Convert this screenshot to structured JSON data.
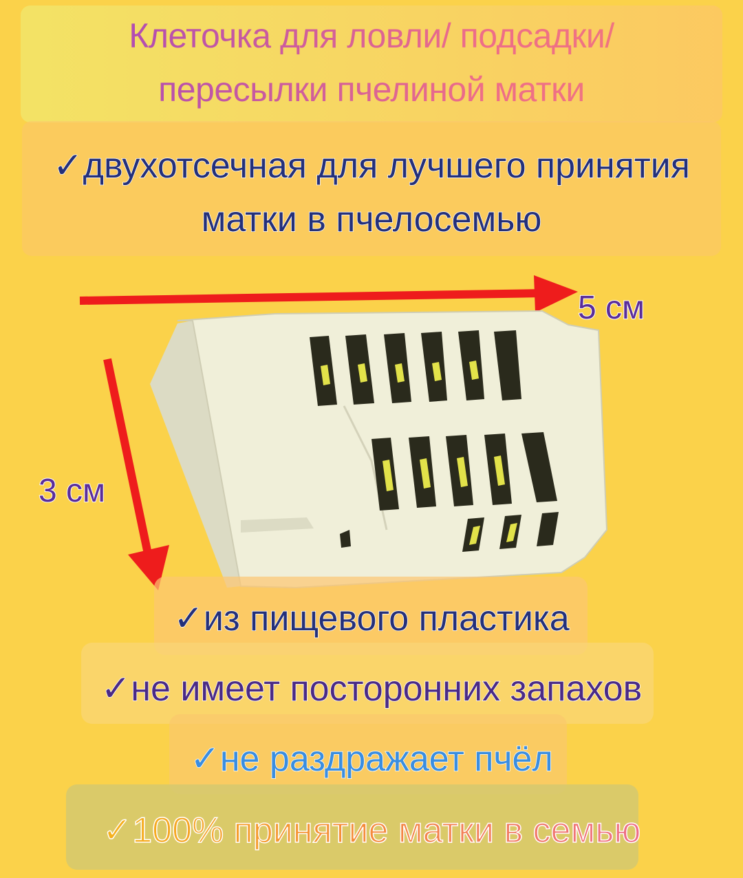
{
  "header": {
    "title_line1": "Клеточка для ловли/ подсадки/",
    "title_line2": "пересылки пчелиной матки"
  },
  "feature_main": {
    "line1": "✓двухотсечная для лучшего принятия",
    "line2": "матки в пчелосемью"
  },
  "dimensions": {
    "width_label": "5 см",
    "height_label": "3 см",
    "arrow_color": "#ee1c1c"
  },
  "bullets": [
    {
      "text": "✓из пищевого пластика",
      "color": "#24307a"
    },
    {
      "text": "✓не имеет посторонних запахов",
      "color": "#4a2a86"
    },
    {
      "text": "✓не раздражает пчёл",
      "color": "#3a8ee0"
    },
    {
      "text": "✓100% принятие матки в семью",
      "color": "#f58a3c"
    }
  ],
  "colors": {
    "background": "#fbd24a",
    "cage_body": "#f0efd9"
  }
}
